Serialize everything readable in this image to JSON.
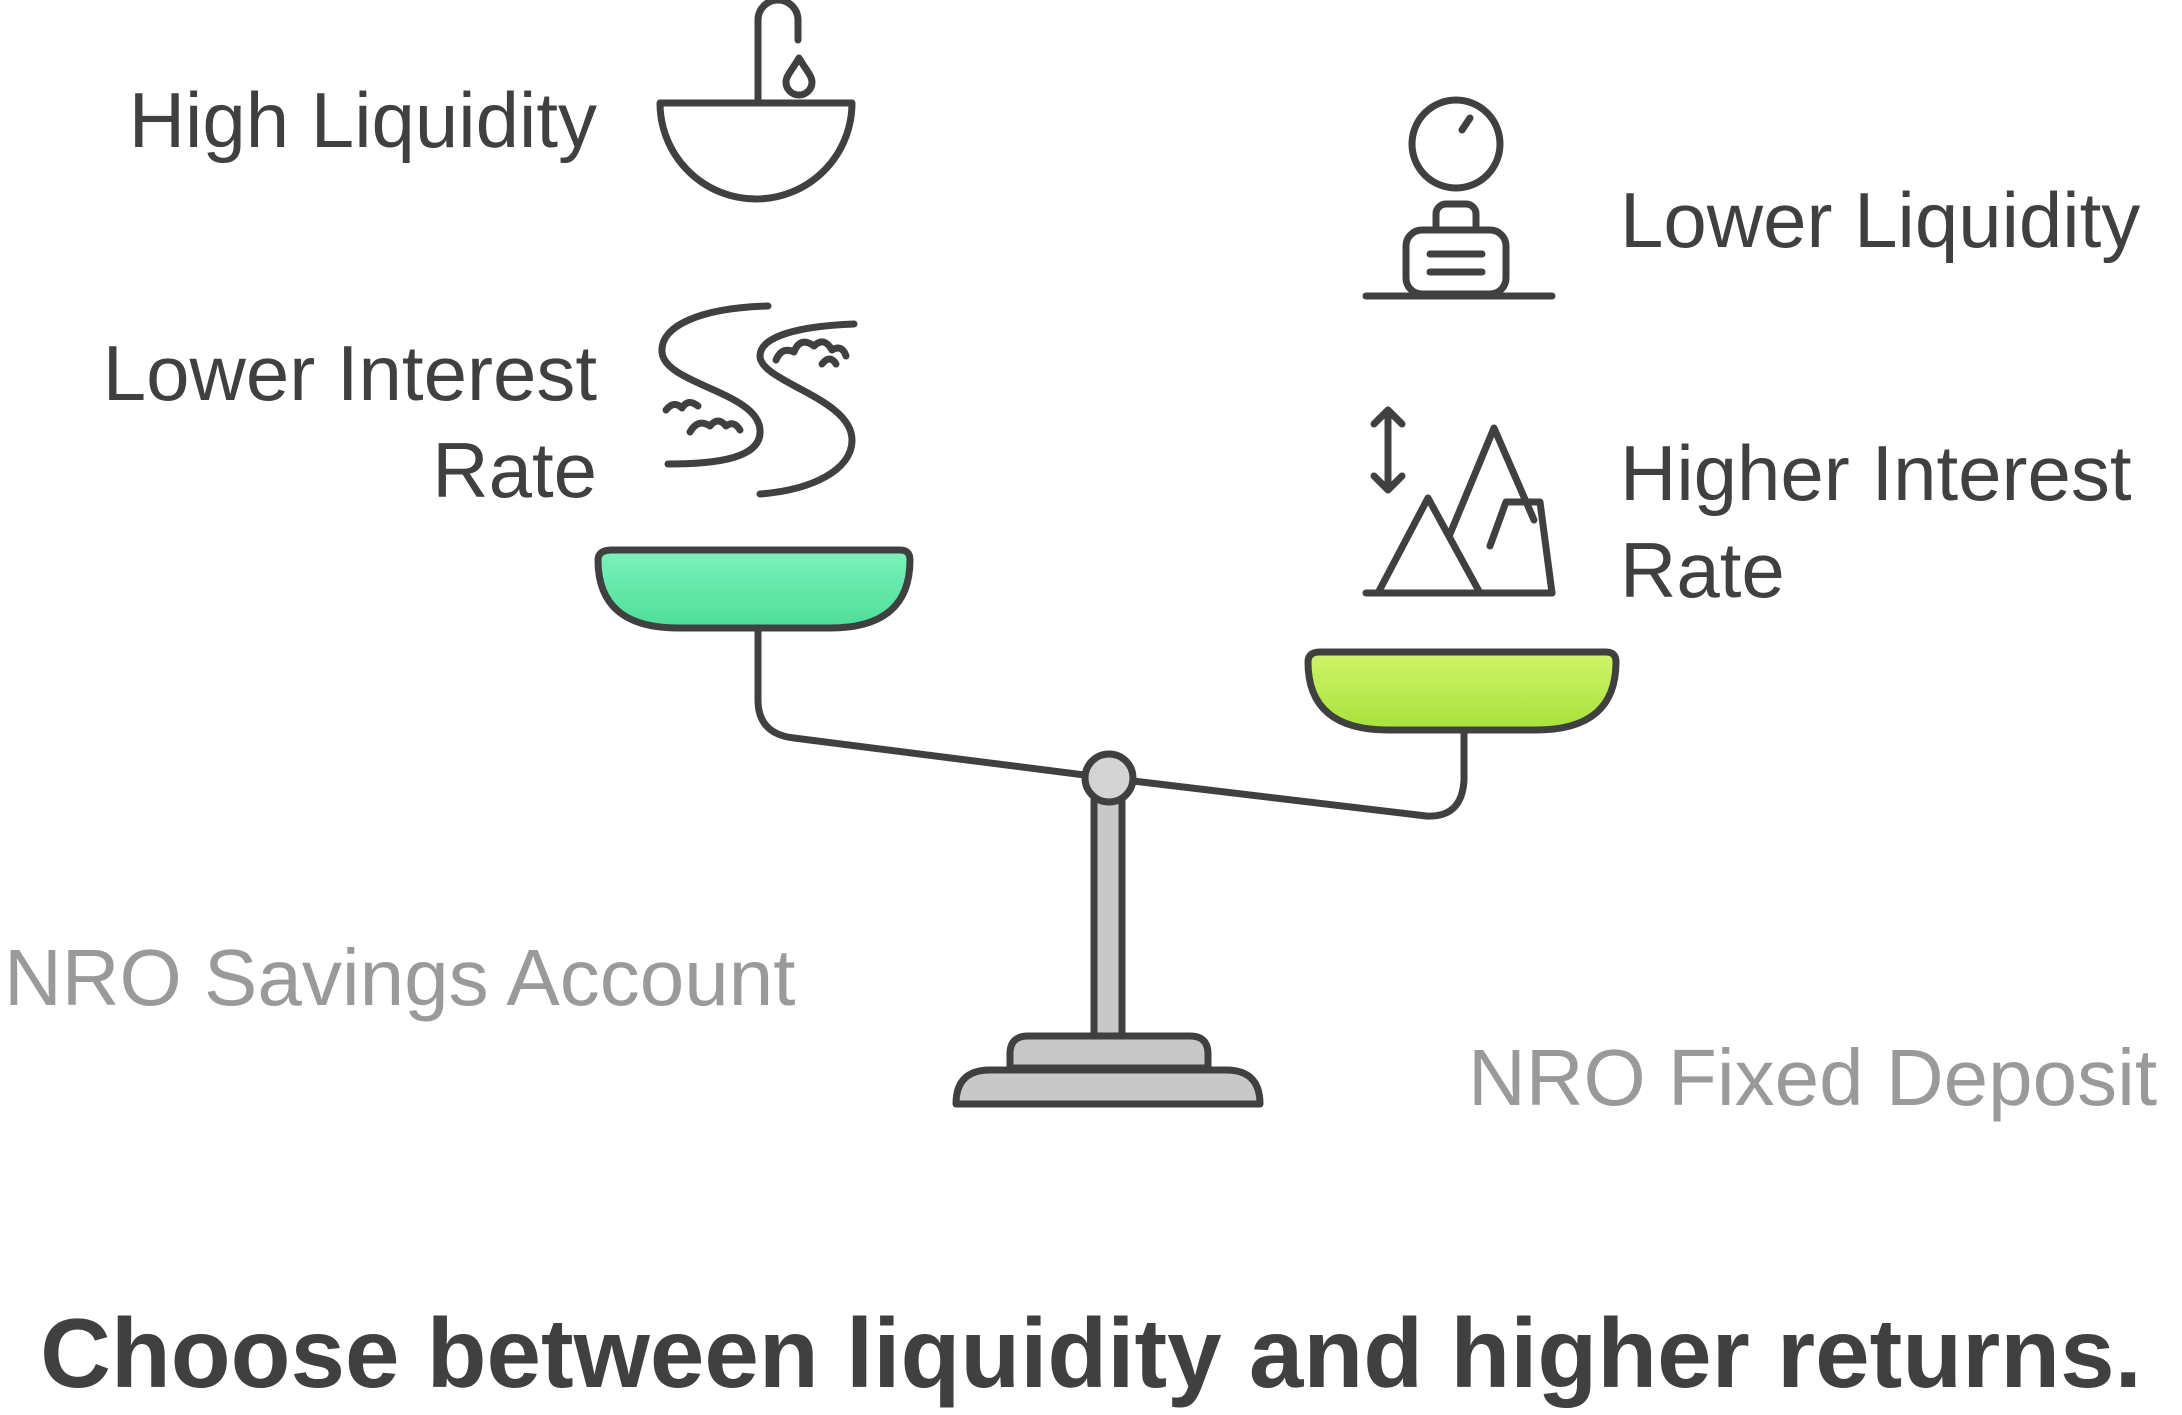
{
  "left_option": {
    "name": "NRO Savings Account",
    "traits": [
      "High Liquidity",
      "Lower Interest\nRate"
    ]
  },
  "right_option": {
    "name": "NRO Fixed Deposit",
    "traits": [
      "Lower Liquidity",
      "Higher Interest\nRate"
    ]
  },
  "conclusion": "Choose between liquidity and higher returns.",
  "icons": {
    "left_trait_1": "faucet-bowl-icon",
    "left_trait_2": "winding-river-icon",
    "right_trait_1": "weighing-scale-icon",
    "right_trait_2": "mountain-height-icon"
  },
  "colors": {
    "left_pan": "#5ee8a6",
    "right_pan": "#b8ec58",
    "stroke": "#404040",
    "stand": "#c8c8c8"
  }
}
